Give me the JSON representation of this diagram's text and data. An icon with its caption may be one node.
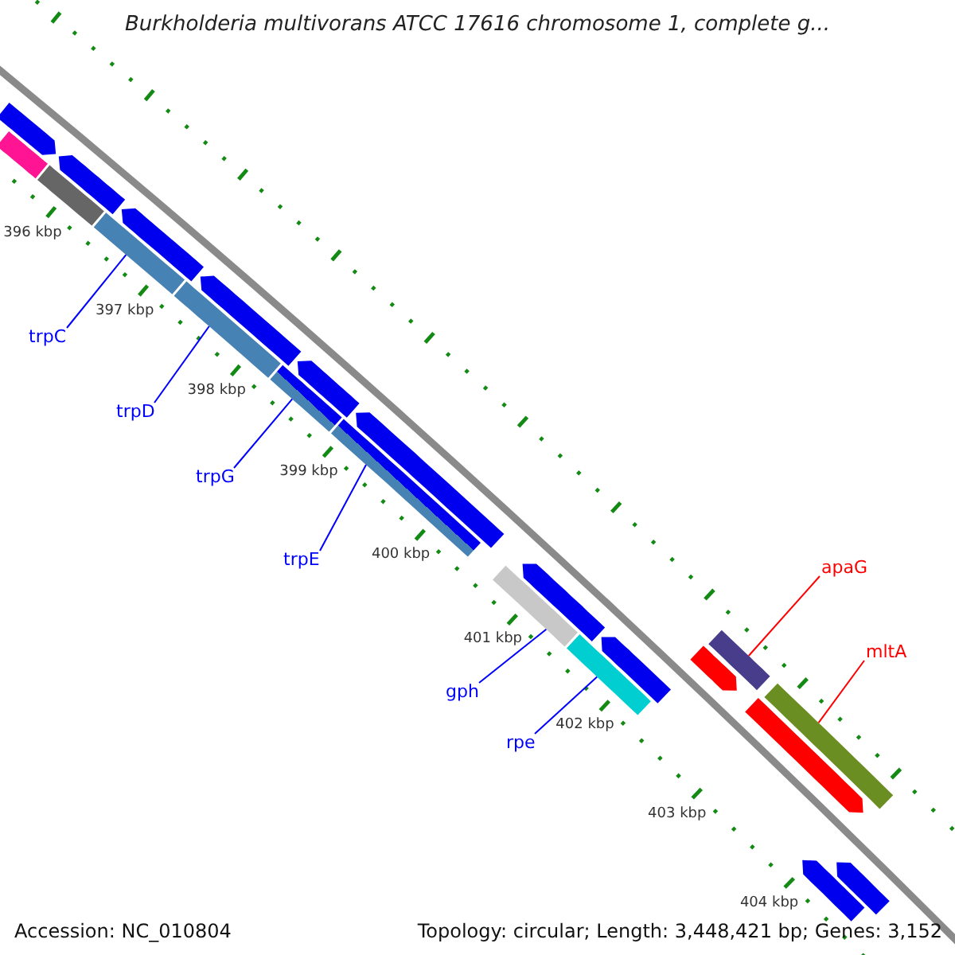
{
  "diagram": {
    "title": "Burkholderia multivorans ATCC 17616 chromosome 1, complete g...",
    "nodes": [
      {
        "text": [
          "trpC"
        ]
      },
      {
        "text": [
          "trpD"
        ]
      },
      {
        "text": [
          "trpG"
        ]
      },
      {
        "text": [
          "trpE"
        ]
      },
      {
        "text": [
          "gph"
        ]
      },
      {
        "text": [
          "rpe"
        ]
      },
      {
        "text": [
          "apaG"
        ]
      },
      {
        "text": [
          "mltA"
        ]
      },
      {
        "text": [],
        "shape": "bar"
      },
      {
        "text": [],
        "shape": "bar"
      },
      {
        "text": [],
        "shape": "bar"
      },
      {
        "text": [],
        "shape": "bar"
      },
      {
        "text": [],
        "shape": "bar"
      },
      {
        "text": [],
        "shape": "bar"
      },
      {
        "text": [],
        "shape": "bar"
      },
      {
        "text": [],
        "shape": "bar"
      },
      {
        "text": [],
        "shape": "pentagon"
      },
      {
        "text": [],
        "shape": "pentagon"
      },
      {
        "text": [],
        "shape": "pentagon"
      },
      {
        "text": [],
        "shape": "pentagon"
      },
      {
        "text": [],
        "shape": "pentagon"
      },
      {
        "text": [],
        "shape": "pentagon"
      },
      {
        "text": [],
        "shape": "pentagon"
      },
      {
        "text": [],
        "shape": "pentagon"
      },
      {
        "text": [],
        "shape": "pentagon"
      },
      {
        "text": [],
        "shape": "pentagon"
      },
      {
        "text": [],
        "shape": "pentagon"
      },
      {
        "text": [],
        "shape": "pentagon"
      },
      {
        "text": [],
        "shape": "bar"
      },
      {
        "text": [],
        "shape": "bar"
      }
    ],
    "edges": [
      {
        "from": 0,
        "to": 10,
        "arrow": "none"
      },
      {
        "from": 1,
        "to": 11,
        "arrow": "none"
      },
      {
        "from": 2,
        "to": 12,
        "arrow": "none"
      },
      {
        "from": 3,
        "to": 13,
        "arrow": "none"
      },
      {
        "from": 4,
        "to": 14,
        "arrow": "none"
      },
      {
        "from": 5,
        "to": 15,
        "arrow": "none"
      },
      {
        "from": 6,
        "to": 28,
        "arrow": "none",
        "color": "#ff0000"
      },
      {
        "from": 7,
        "to": 29,
        "arrow": "none",
        "color": "#ff0000"
      }
    ],
    "labels": [
      "396 kbp",
      "397 kbp",
      "398 kbp",
      "399 kbp",
      "400 kbp",
      "401 kbp",
      "402 kbp",
      "403 kbp",
      "404 kbp",
      "Accession: NC_010804",
      "Topology: circular; Length: 3,448,421 bp; Genes: 3,152"
    ]
  }
}
